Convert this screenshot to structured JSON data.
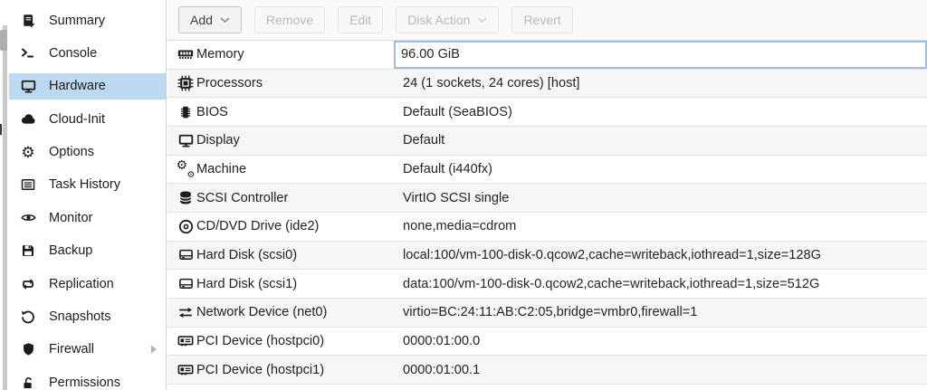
{
  "sidebar": {
    "items": [
      {
        "label": "Summary",
        "icon": "book-icon",
        "selected": false,
        "has_submenu": false
      },
      {
        "label": "Console",
        "icon": "terminal-icon",
        "selected": false,
        "has_submenu": false
      },
      {
        "label": "Hardware",
        "icon": "monitor-icon",
        "selected": true,
        "has_submenu": false
      },
      {
        "label": "Cloud-Init",
        "icon": "cloud-icon",
        "selected": false,
        "has_submenu": false
      },
      {
        "label": "Options",
        "icon": "gear-icon",
        "selected": false,
        "has_submenu": false
      },
      {
        "label": "Task History",
        "icon": "list-icon",
        "selected": false,
        "has_submenu": false
      },
      {
        "label": "Monitor",
        "icon": "eye-icon",
        "selected": false,
        "has_submenu": false
      },
      {
        "label": "Backup",
        "icon": "floppy-icon",
        "selected": false,
        "has_submenu": false
      },
      {
        "label": "Replication",
        "icon": "replication-icon",
        "selected": false,
        "has_submenu": false
      },
      {
        "label": "Snapshots",
        "icon": "history-icon",
        "selected": false,
        "has_submenu": false
      },
      {
        "label": "Firewall",
        "icon": "shield-icon",
        "selected": false,
        "has_submenu": true
      },
      {
        "label": "Permissions",
        "icon": "lock-icon",
        "selected": false,
        "has_submenu": false
      }
    ]
  },
  "toolbar": {
    "buttons": [
      {
        "label": "Add",
        "enabled": true,
        "has_dropdown": true
      },
      {
        "label": "Remove",
        "enabled": false,
        "has_dropdown": false
      },
      {
        "label": "Edit",
        "enabled": false,
        "has_dropdown": false
      },
      {
        "label": "Disk Action",
        "enabled": false,
        "has_dropdown": true
      },
      {
        "label": "Revert",
        "enabled": false,
        "has_dropdown": false
      }
    ]
  },
  "hardware_table": {
    "rows": [
      {
        "icon": "memory-icon",
        "label": "Memory",
        "value": "96.00 GiB",
        "selected": true
      },
      {
        "icon": "cpu-icon",
        "label": "Processors",
        "value": "24 (1 sockets, 24 cores) [host]",
        "selected": false
      },
      {
        "icon": "chip-icon",
        "label": "BIOS",
        "value": "Default (SeaBIOS)",
        "selected": false
      },
      {
        "icon": "display-icon",
        "label": "Display",
        "value": "Default",
        "selected": false
      },
      {
        "icon": "gears-icon",
        "label": "Machine",
        "value": "Default (i440fx)",
        "selected": false
      },
      {
        "icon": "database-icon",
        "label": "SCSI Controller",
        "value": "VirtIO SCSI single",
        "selected": false
      },
      {
        "icon": "cdrom-icon",
        "label": "CD/DVD Drive (ide2)",
        "value": "none,media=cdrom",
        "selected": false
      },
      {
        "icon": "harddisk-icon",
        "label": "Hard Disk (scsi0)",
        "value": "local:100/vm-100-disk-0.qcow2,cache=writeback,iothread=1,size=128G",
        "selected": false
      },
      {
        "icon": "harddisk-icon",
        "label": "Hard Disk (scsi1)",
        "value": "data:100/vm-100-disk-0.qcow2,cache=writeback,iothread=1,size=512G",
        "selected": false
      },
      {
        "icon": "network-icon",
        "label": "Network Device (net0)",
        "value": "virtio=BC:24:11:AB:C2:05,bridge=vmbr0,firewall=1",
        "selected": false
      },
      {
        "icon": "pci-icon",
        "label": "PCI Device (hostpci0)",
        "value": "0000:01:00.0",
        "selected": false
      },
      {
        "icon": "pci-icon",
        "label": "PCI Device (hostpci1)",
        "value": "0000:01:00.1",
        "selected": false
      }
    ]
  },
  "colors": {
    "selection_blue": "#bdd8f1",
    "focus_border_blue": "#a0bedd",
    "row_stripe": "#f6f6f6",
    "row_border": "#e2e2e2"
  }
}
